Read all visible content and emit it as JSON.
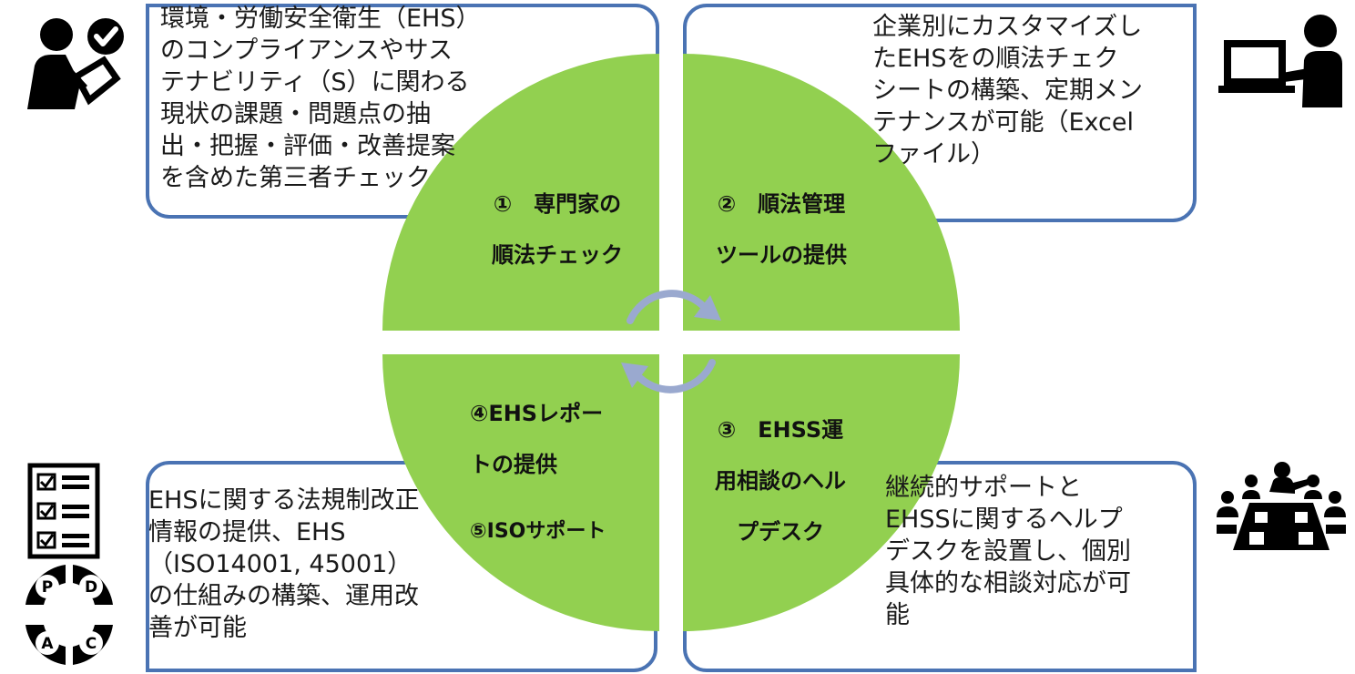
{
  "colors": {
    "quadrant_fill": "#92d050",
    "frame_border": "#4a73b3",
    "icon": "#000000",
    "cycle_arrow": "#9aa9cf"
  },
  "quadrants": {
    "q1": {
      "label": "①　専門家の\n順法チェック"
    },
    "q2": {
      "label": "②　順法管理\nツールの提供"
    },
    "q3": {
      "label": "③　EHSS運\n用相談のヘル\nプデスク"
    },
    "q4": {
      "label": "④EHSレポー\nトの提供"
    },
    "q5": {
      "label": "⑤ISOサポート"
    }
  },
  "descriptions": {
    "top_left": "環境・労働安全衛生（EHS）\nのコンプライアンスやサス\nテナビリティ（S）に関わる\n現状の課題・問題点の抽\n出・把握・評価・改善提案\nを含めた第三者チェック",
    "top_right": "企業別にカスタマイズし\nたEHSをの順法チェク\nシートの構築、定期メン\nテナンスが可能（Excel\nファイル）",
    "bottom_left": "EHSに関する法規制改正\n情報の提供、EHS\n（ISO14001, 45001）\nの仕組みの構築、運用改\n善が可能",
    "bottom_right": "継続的サポートと\nEHSSに関するヘルプ\nデスクを設置し、個別\n具体的な相談対応が可\n能"
  },
  "icons": {
    "top_left": "expert-checking-document-icon",
    "top_right": "person-at-computer-icon",
    "bottom_left_top": "checklist-icon",
    "bottom_left_bottom": "pdca-cycle-icon",
    "bottom_right": "meeting-table-icon",
    "center": "cycle-arrows-icon"
  },
  "pdca": {
    "p": "P",
    "d": "D",
    "c": "C",
    "a": "A"
  }
}
